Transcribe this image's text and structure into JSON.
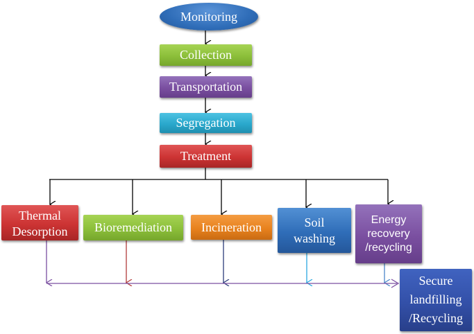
{
  "diagram": {
    "title": "Hazardous waste management flowchart",
    "nodes": {
      "monitoring": {
        "label": "Monitoring",
        "color": "#2f6db8"
      },
      "collection": {
        "label": "Collection",
        "color": "#8cbf3a"
      },
      "transportation": {
        "label": "Transportation",
        "color": "#7a4fa0"
      },
      "segregation": {
        "label": "Segregation",
        "color": "#2aa8cc"
      },
      "treatment": {
        "label": "Treatment",
        "color": "#cc3333"
      },
      "thermal_desorption": {
        "label_line1": "Thermal",
        "label_line2": "Desorption",
        "color": "#cc3333"
      },
      "bioremediation": {
        "label": "Bioremediation",
        "color": "#8cbf3a"
      },
      "incineration": {
        "label": "Incineration",
        "color": "#e8821e"
      },
      "soil_washing": {
        "label_line1": "Soil",
        "label_line2": "washing",
        "color": "#2f6db8"
      },
      "energy_recovery": {
        "label_line1": "Energy",
        "label_line2": "recovery",
        "label_line3": "/recycling",
        "color": "#7a4fa0"
      },
      "secure_landfilling": {
        "label_line1": "Secure",
        "label_line2": "landfilling",
        "label_line3": "/Recycling",
        "color": "#3350a8"
      }
    },
    "edges": [
      {
        "from": "monitoring",
        "to": "collection"
      },
      {
        "from": "collection",
        "to": "transportation"
      },
      {
        "from": "transportation",
        "to": "segregation"
      },
      {
        "from": "segregation",
        "to": "treatment"
      },
      {
        "from": "treatment",
        "to": "thermal_desorption"
      },
      {
        "from": "treatment",
        "to": "bioremediation"
      },
      {
        "from": "treatment",
        "to": "incineration"
      },
      {
        "from": "treatment",
        "to": "soil_washing"
      },
      {
        "from": "treatment",
        "to": "energy_recovery"
      },
      {
        "from": "thermal_desorption",
        "to": "secure_landfilling"
      },
      {
        "from": "bioremediation",
        "to": "secure_landfilling"
      },
      {
        "from": "incineration",
        "to": "secure_landfilling"
      },
      {
        "from": "soil_washing",
        "to": "secure_landfilling"
      },
      {
        "from": "energy_recovery",
        "to": "secure_landfilling"
      }
    ],
    "edge_colors": {
      "main": "#000000",
      "thermal": "#7a4fa0",
      "bio": "#b03a3a",
      "incineration": "#2b3c7a",
      "soil": "#2aa8e0",
      "energy": "#4a86c8",
      "bus": "#7a4fa0"
    }
  }
}
